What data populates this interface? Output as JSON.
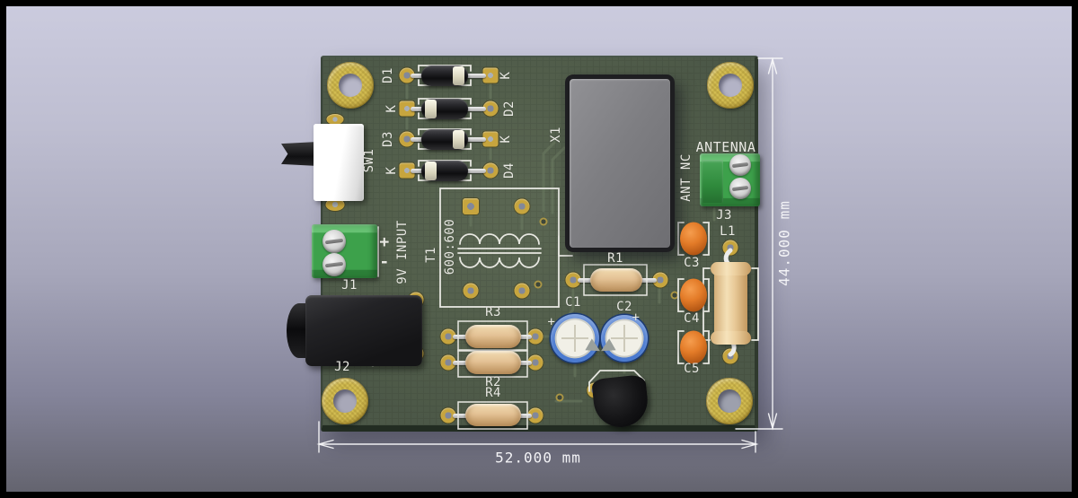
{
  "scene": {
    "description": "3D raytraced render of a two-layer PCB viewed from above",
    "colors": {
      "background_top": "#cbcbde",
      "background_bottom": "#64646f",
      "board_green": "#4d5948",
      "silkscreen": "#e9e9e3",
      "pad_gold": "#c7a53e",
      "terminal_green": "#3da14b",
      "capacitor_orange": "#d86f24",
      "capacitor_blue": "#3a6cc0",
      "resistor_tan": "#e4c295",
      "dimension_white": "#f3f3f6"
    }
  },
  "dimensions": {
    "width": "52.000 mm",
    "height": "44.000 mm"
  },
  "silkscreen": {
    "d1": "D1",
    "d2": "D2",
    "d3": "D3",
    "d4": "D4",
    "k_d1": "K",
    "k_d2": "K",
    "k_d3": "K",
    "k_d4": "K",
    "sw1": "SW1",
    "j1": "J1",
    "j1_plus": "+",
    "j1_minus": "-",
    "j1_power": "9V INPUT",
    "j2": "J2",
    "t1": "T1",
    "t1_ratio": "600:600",
    "x1": "X1",
    "antenna": "ANTENNA",
    "ant_nc": "ANT NC",
    "j3": "J3",
    "l1": "L1",
    "c1": "C1",
    "c1_plus": "+",
    "c2": "C2",
    "c2_plus": "+",
    "c3": "C3",
    "c4": "C4",
    "c5": "C5",
    "r1": "R1",
    "r2": "R2",
    "r3": "R3",
    "r4": "R4"
  }
}
